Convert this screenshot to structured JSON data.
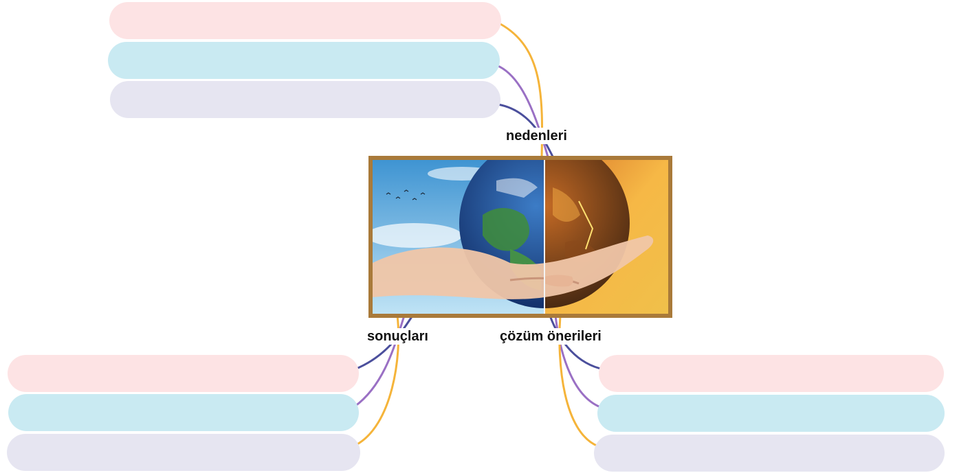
{
  "branches": {
    "causes": {
      "label": "nedenleri"
    },
    "consequences": {
      "label": "sonuçları"
    },
    "solutions": {
      "label": "çözüm önerileri"
    }
  },
  "colors": {
    "pink_box": "#fde3e4",
    "blue_box": "#c9eaf2",
    "lavender_box": "#e6e5f1",
    "orange_line": "#f5b43a",
    "purple_line": "#9a70c4",
    "navy_line": "#4b4f9c",
    "frame": "#a97a3a"
  },
  "image": {
    "icon": "earth-in-hand-icon"
  }
}
